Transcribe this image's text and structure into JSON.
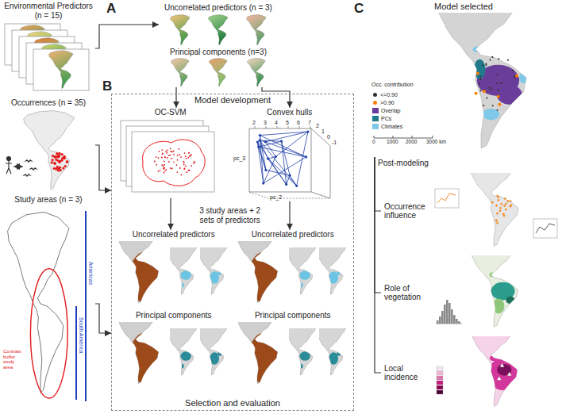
{
  "diagram": {
    "nodes": [
      {
        "text": [
          "Environmental Predictors (n = 15)"
        ]
      },
      {
        "text": [
          "Occurrences (n = 35)"
        ]
      },
      {
        "text": [
          "Study areas (n = 3)"
        ]
      },
      {
        "text": [
          "Uncorrelated predictors (n = 3)"
        ]
      },
      {
        "text": [
          "Principal components (n=3)"
        ]
      },
      {
        "text": [
          "Model development",
          "Selection and evaluation"
        ]
      },
      {
        "text": [
          "OC-SVM"
        ],
        "in": 5
      },
      {
        "text": [
          "Convex hulls"
        ],
        "in": 5
      },
      {
        "text": [
          "3 study areas + 2 sets of predictors"
        ],
        "in": 5
      },
      {
        "text": [
          "Uncorrelated predictors"
        ],
        "in": 5
      },
      {
        "text": [
          "Principal components"
        ],
        "in": 5
      },
      {
        "text": [
          "Uncorrelated predictors"
        ],
        "in": 5
      },
      {
        "text": [
          "Principal components"
        ],
        "in": 5
      },
      {
        "text": [
          "Model selected"
        ]
      },
      {
        "text": [
          "Occurrence influence"
        ]
      },
      {
        "text": [
          "Role of vegetation"
        ]
      },
      {
        "text": [
          "Local incidence"
        ]
      }
    ],
    "edges": [
      {
        "from": 0,
        "to": 3,
        "arrow": "to"
      },
      {
        "from": 1,
        "to": 5,
        "arrow": "to"
      },
      {
        "from": 2,
        "to": 5,
        "arrow": "to"
      },
      {
        "from": 4,
        "to": 6,
        "arrow": "to"
      },
      {
        "from": 4,
        "to": 7,
        "arrow": "to"
      },
      {
        "from": 6,
        "to": 9,
        "arrow": "to"
      },
      {
        "from": 7,
        "to": 11,
        "arrow": "to"
      },
      {
        "from": 13,
        "to": 14,
        "label": "Post-modeling",
        "arrow": "none"
      },
      {
        "from": 13,
        "to": 15,
        "arrow": "none"
      },
      {
        "from": 13,
        "to": 16,
        "arrow": "none"
      }
    ],
    "labels": [
      "A",
      "B",
      "C",
      "Contrast buffer study area",
      "South America",
      "Americas",
      "2",
      "3",
      "4",
      "5",
      "6",
      "7",
      "2",
      "1",
      "0",
      "-1",
      "pc_3",
      "pc_2",
      "Occ. contribution",
      "0",
      "1000",
      "2000",
      "3000 km"
    ],
    "legend": [
      {
        "text": "<=0.90"
      },
      {
        "text": ">0.90"
      },
      {
        "text": "Overlap",
        "color": "#6a3d9a"
      },
      {
        "text": "PCs",
        "color": "#1f7a8c"
      },
      {
        "text": "Climates",
        "color": "#7fc8e8"
      }
    ]
  }
}
